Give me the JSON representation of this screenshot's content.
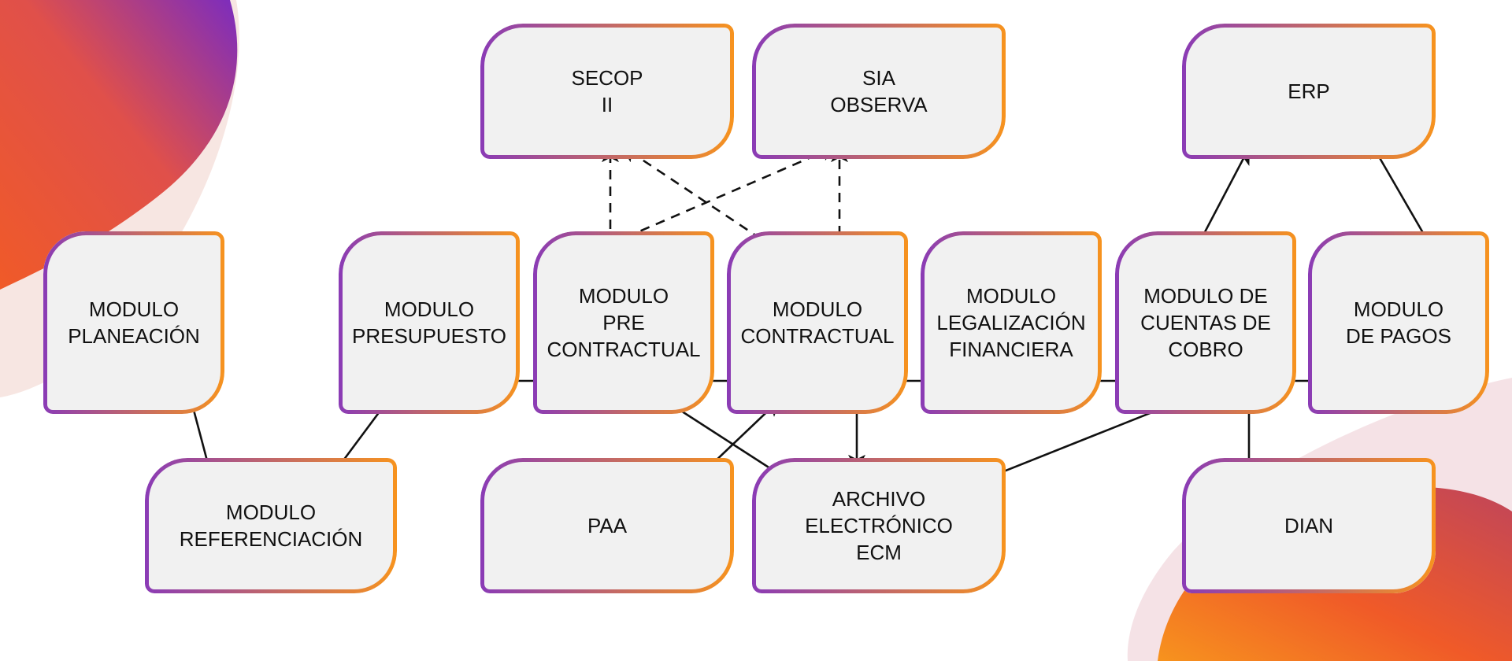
{
  "colors": {
    "border_start": "#8a3bb6",
    "border_end": "#f7931e",
    "node_fill": "#f1f1f1",
    "blob_orange": "#f05a28",
    "blob_purple": "#7b2cbf"
  },
  "nodes": {
    "planeacion": "MODULO\nPLANEACIÓN",
    "referenciacion": "MODULO\nREFERENCIACIÓN",
    "presupuesto": "MODULO\nPRESUPUESTO",
    "precontractual": "MODULO\nPRE\nCONTRACTUAL",
    "contractual": "MODULO\nCONTRACTUAL",
    "legalizacion": "MODULO\nLEGALIZACIÓN\nFINANCIERA",
    "cuentas": "MODULO DE\nCUENTAS DE\nCOBRO",
    "pagos": "MODULO\nDE PAGOS",
    "secop": "SECOP\nII",
    "sia": "SIA\nOBSERVA",
    "erp": "ERP",
    "paa": "PAA",
    "archivo": "ARCHIVO\nELECTRÓNICO\nECM",
    "dian": "DIAN"
  }
}
